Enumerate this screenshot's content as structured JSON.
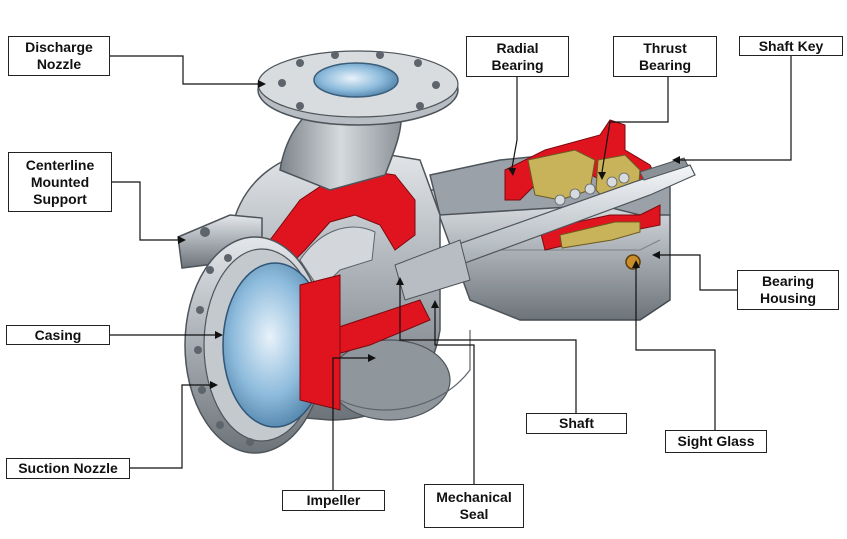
{
  "labels": {
    "discharge_nozzle": "Discharge\nNozzle",
    "centerline_support": "Centerline\nMounted\nSupport",
    "casing": "Casing",
    "suction_nozzle": "Suction Nozzle",
    "impeller": "Impeller",
    "mechanical_seal": "Mechanical\nSeal",
    "shaft": "Shaft",
    "sight_glass": "Sight Glass",
    "bearing_housing": "Bearing\nHousing",
    "radial_bearing": "Radial\nBearing",
    "thrust_bearing": "Thrust\nBearing",
    "shaft_key": "Shaft Key"
  },
  "colors": {
    "cutaway_red": "#e0141e",
    "metal_light": "#c9ced3",
    "metal_mid": "#9aa1a8",
    "metal_dark": "#5d646b",
    "bearing_gold": "#c8b25a",
    "inlet_blue": "#7fb2d6"
  }
}
